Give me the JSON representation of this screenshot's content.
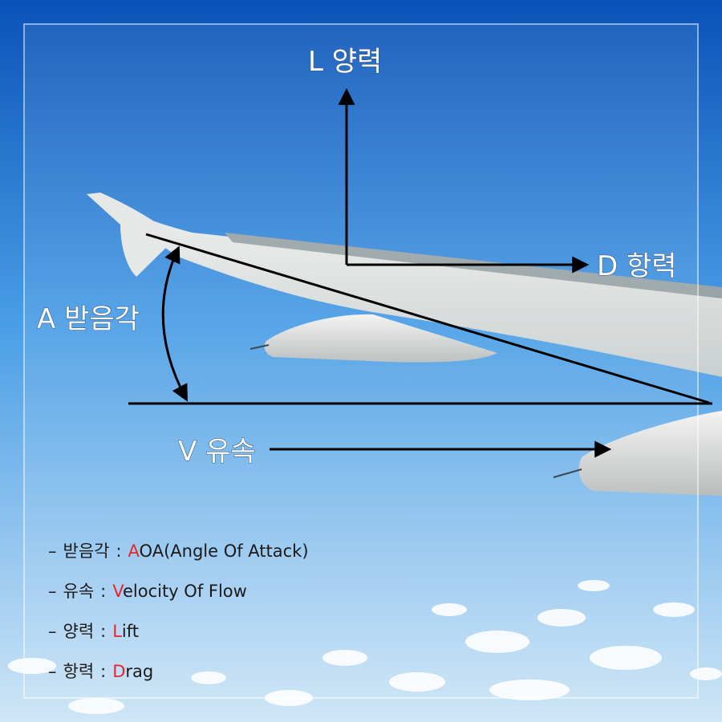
{
  "colors": {
    "sky_top": "#0a52b8",
    "sky_mid": "#4a9ee6",
    "sky_bottom": "#cfe6f6",
    "overlay_border": "#ffffff",
    "arrow": "#000000",
    "highlight_letter": "#e8252a",
    "legend_text": "#1a1a1a"
  },
  "labels": {
    "lift": "L 양력",
    "drag": "D 항력",
    "aoa": "A 받음각",
    "velocity": "V 유속"
  },
  "legend": [
    {
      "dash": "–",
      "term": "받음각",
      "sep": ":",
      "first": "A",
      "rest": "OA(Angle Of Attack)"
    },
    {
      "dash": "–",
      "term": "유속",
      "sep": ":",
      "first": "V",
      "rest": "elocity Of Flow"
    },
    {
      "dash": "–",
      "term": "양력",
      "sep": ":",
      "first": "L",
      "rest": "ift"
    },
    {
      "dash": "–",
      "term": "항력",
      "sep": ":",
      "first": "D",
      "rest": "rag"
    }
  ],
  "icons": [
    "airplane-wing-illustration",
    "engine-nacelle-illustration",
    "cloud-illustration"
  ]
}
